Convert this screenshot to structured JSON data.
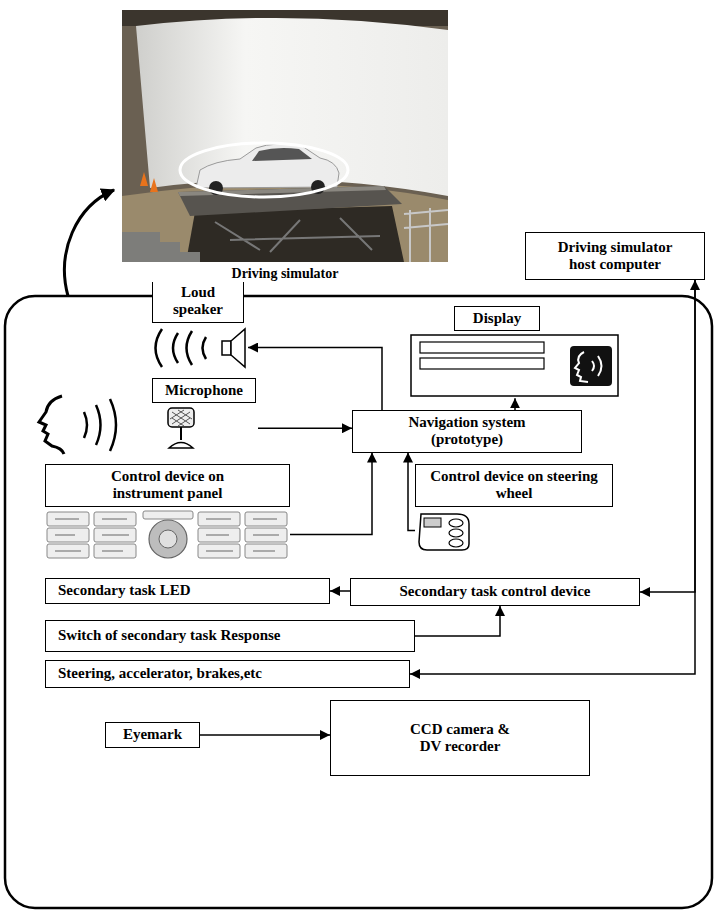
{
  "diagram": {
    "nodes": [
      {
        "text": [
          "Driving simulator host computer"
        ]
      },
      {
        "text": [
          "Loud speaker"
        ]
      },
      {
        "text": [
          "Display"
        ]
      },
      {
        "text": [
          "Microphone"
        ]
      },
      {
        "text": [
          "Navigation system (prototype)"
        ]
      },
      {
        "text": [
          "Control device on instrument panel"
        ]
      },
      {
        "text": [
          "Control device on steering wheel"
        ]
      },
      {
        "text": [
          "Secondary task LED"
        ]
      },
      {
        "text": [
          "Secondary task control device"
        ]
      },
      {
        "text": [
          "Switch of secondary task Response"
        ]
      },
      {
        "text": [
          "Steering, accelerator, brakes,etc"
        ]
      },
      {
        "text": [
          "Eyemark"
        ]
      },
      {
        "text": [
          "CCD camera & DV recorder"
        ]
      }
    ],
    "edges": [
      {
        "from": 4,
        "to": 1,
        "arrow": "to"
      },
      {
        "from": 4,
        "to": 2,
        "arrow": "to"
      },
      {
        "from": 3,
        "to": 4,
        "arrow": "to"
      },
      {
        "from": 5,
        "to": 4,
        "arrow": "to"
      },
      {
        "from": 6,
        "to": 4,
        "arrow": "to"
      },
      {
        "from": 8,
        "to": 7,
        "arrow": "to"
      },
      {
        "from": 9,
        "to": 8,
        "arrow": "to"
      },
      {
        "from": 0,
        "to": 8,
        "arrow": "to"
      },
      {
        "from": 10,
        "to": 0,
        "arrow": "both"
      },
      {
        "from": 11,
        "to": 12,
        "arrow": "to"
      }
    ],
    "labels": [
      "Driving simulator"
    ]
  }
}
